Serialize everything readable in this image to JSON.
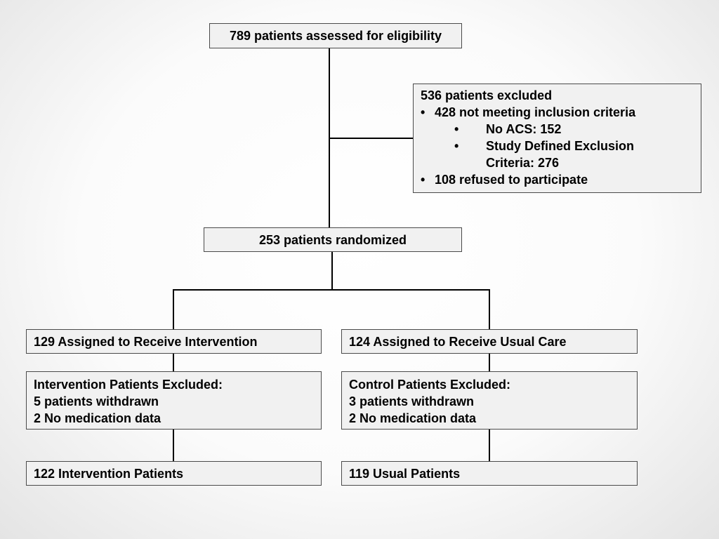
{
  "flowchart": {
    "assessed": "789 patients assessed for eligibility",
    "excluded": {
      "title": "536 patients excluded",
      "bullet": "•",
      "not_meeting": "428 not meeting inclusion criteria",
      "no_acs": "No ACS: 152",
      "study_defined_1": "Study Defined Exclusion",
      "study_defined_2": "Criteria: 276",
      "refused": "108 refused to participate"
    },
    "randomized": "253 patients randomized",
    "intervention": {
      "assigned": "129 Assigned to Receive Intervention",
      "excluded_title": "Intervention Patients Excluded:",
      "withdrawn": "5 patients withdrawn",
      "no_med": "2 No medication data",
      "final": "122 Intervention Patients"
    },
    "control": {
      "assigned": "124 Assigned to Receive Usual Care",
      "excluded_title": "Control Patients Excluded:",
      "withdrawn": "3 patients withdrawn",
      "no_med": "2 No medication data",
      "final": "119 Usual Patients"
    }
  }
}
